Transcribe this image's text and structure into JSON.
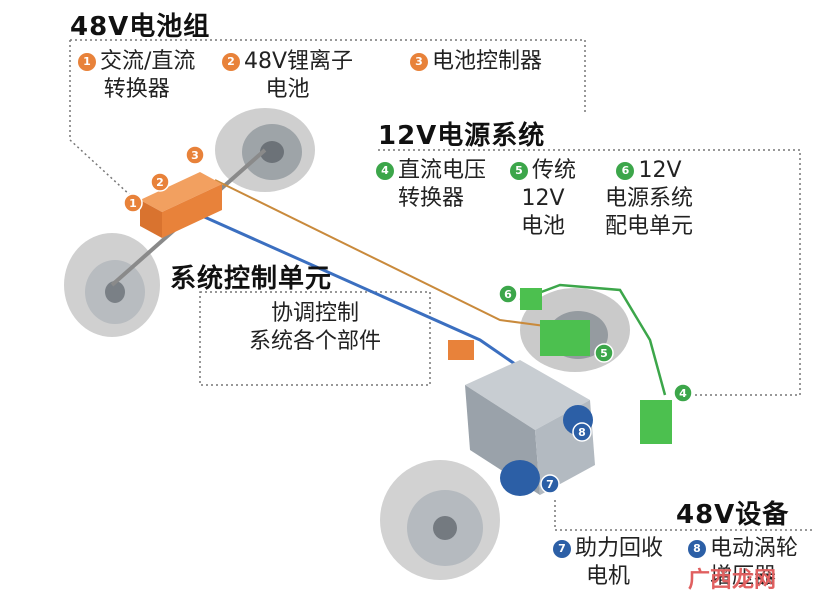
{
  "battery_group": {
    "title": "48V电池组",
    "items": [
      {
        "num": "1",
        "line1": "交流/直流",
        "line2": "转换器"
      },
      {
        "num": "2",
        "line1": "48V锂离子",
        "line2": "电池"
      },
      {
        "num": "3",
        "line1": "电池控制器",
        "line2": ""
      }
    ]
  },
  "power_system_12v": {
    "title": "12V电源系统",
    "items": [
      {
        "num": "4",
        "line1": "直流电压",
        "line2": "转换器",
        "line3": ""
      },
      {
        "num": "5",
        "line1": "传统",
        "line2": "12V",
        "line3": "电池"
      },
      {
        "num": "6",
        "line1": "12V",
        "line2": "电源系统",
        "line3": "配电单元"
      }
    ]
  },
  "control_unit": {
    "title": "系统控制单元",
    "line1": "协调控制",
    "line2": "系统各个部件"
  },
  "equipment_48v": {
    "title": "48V设备",
    "items": [
      {
        "num": "7",
        "line1": "助力回收",
        "line2": "电机"
      },
      {
        "num": "8",
        "line1": "电动涡轮",
        "line2": "增压器"
      }
    ]
  },
  "diagram_markers": [
    "1",
    "2",
    "3",
    "4",
    "5",
    "6",
    "7",
    "8"
  ],
  "watermark": "广西龙网",
  "colors": {
    "orange": "#e8823a",
    "green": "#3ca64a",
    "blue": "#2c5fa6",
    "tire": "#d8d8d8",
    "rim": "#bfc3c7"
  }
}
